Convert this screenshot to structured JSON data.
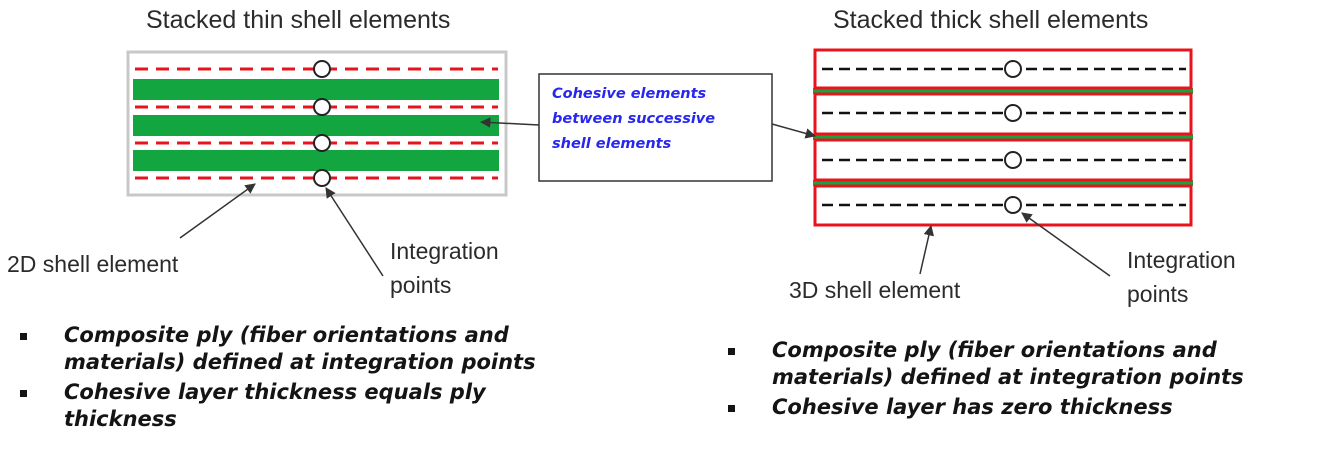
{
  "left": {
    "title": "Stacked thin shell elements",
    "shell_label": "2D shell element",
    "integration_label": "Integration\npoints",
    "bullets": [
      "Composite ply (fiber orientations and\nmaterials) defined at integration points",
      "Cohesive layer thickness equals ply\nthickness"
    ]
  },
  "right": {
    "title": "Stacked thick shell elements",
    "shell_label": "3D shell element",
    "integration_label": "Integration\npoints",
    "bullets": [
      "Composite ply (fiber orientations and\nmaterials) defined at integration points",
      "Cohesive layer has zero thickness"
    ]
  },
  "callout": {
    "text": "Cohesive  elements\nbetween successive\nshell elements"
  },
  "colors": {
    "shell_outline_red": "#e8141d",
    "cohesive_green": "#13a540",
    "frame_gray": "#c8c8c8",
    "text": "#2b2b2b",
    "callout_text_blue": "#2727ee"
  }
}
